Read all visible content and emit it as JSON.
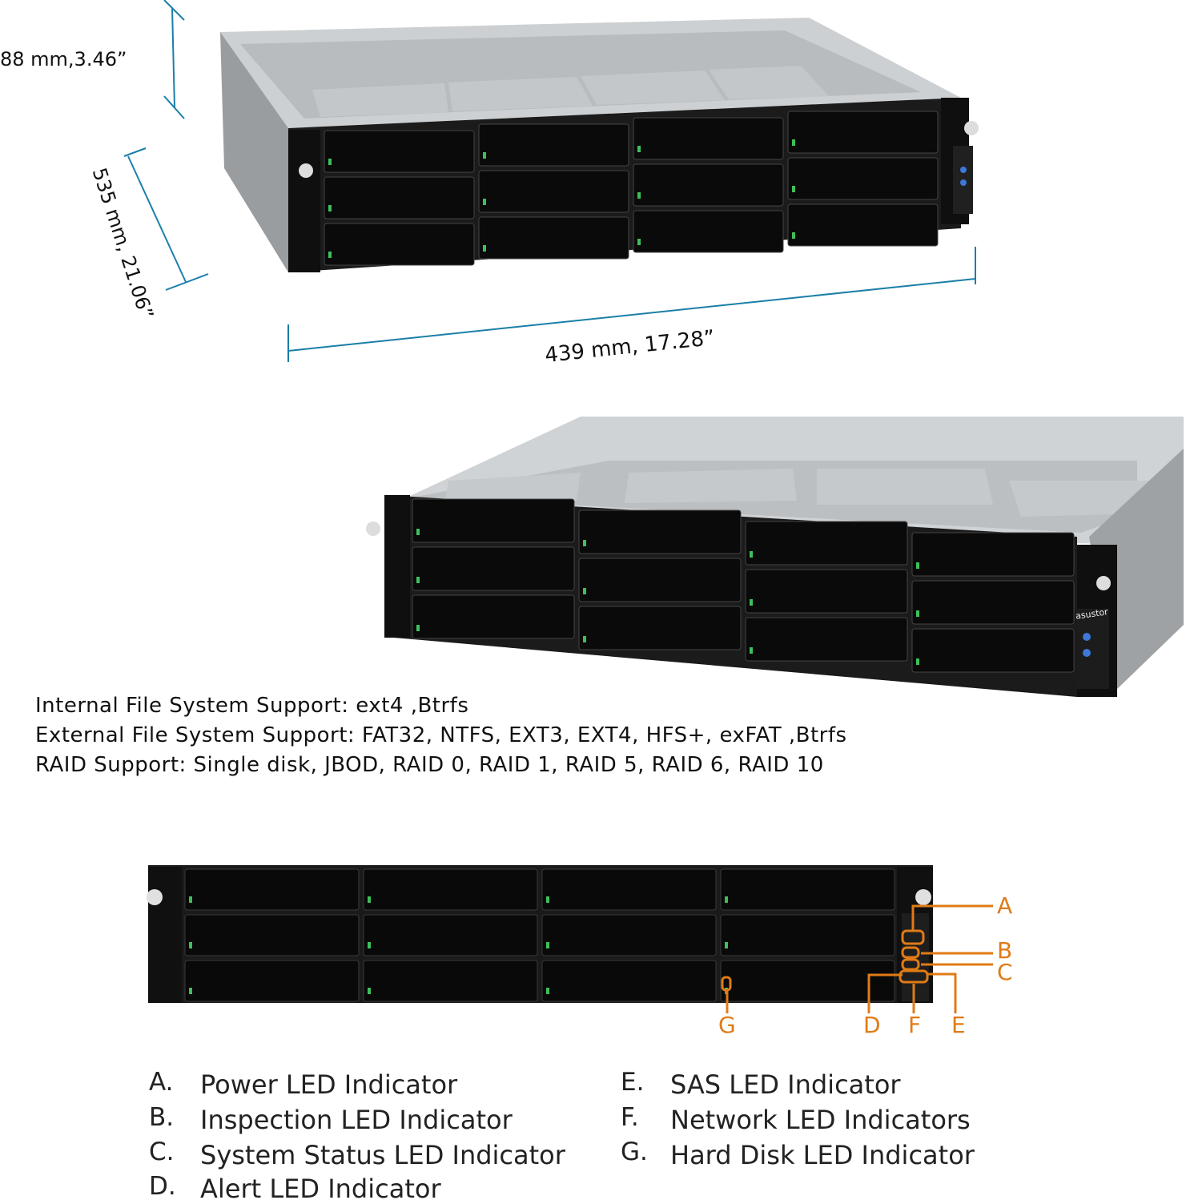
{
  "dimensions": {
    "height": "88 mm,3.46”",
    "depth": "535 mm, 21.06”",
    "width": "439 mm, 17.28”"
  },
  "brand": "asustor",
  "specs": [
    "Internal File System Support: ext4 ,Btrfs",
    "External File System Support: FAT32, NTFS, EXT3, EXT4, HFS+, exFAT ,Btrfs",
    "RAID Support: Single disk, JBOD, RAID 0, RAID 1, RAID 5, RAID 6, RAID 10"
  ],
  "callouts": [
    "A",
    "B",
    "C",
    "D",
    "F",
    "E",
    "G"
  ],
  "legend": [
    {
      "letter": "A.",
      "text": "Power LED Indicator"
    },
    {
      "letter": "B.",
      "text": "Inspection LED Indicator"
    },
    {
      "letter": "C.",
      "text": "System Status LED Indicator"
    },
    {
      "letter": "D.",
      "text": "Alert LED Indicator"
    },
    {
      "letter": "E.",
      "text": "SAS LED Indicator"
    },
    {
      "letter": "F.",
      "text": "Network LED Indicators"
    },
    {
      "letter": "G.",
      "text": "Hard Disk LED Indicator"
    }
  ],
  "colors": {
    "dimension_line": "#1a7fa8",
    "callout": "#e07b16",
    "chassis_top": "#cfd2d4",
    "bay": "#151515"
  }
}
